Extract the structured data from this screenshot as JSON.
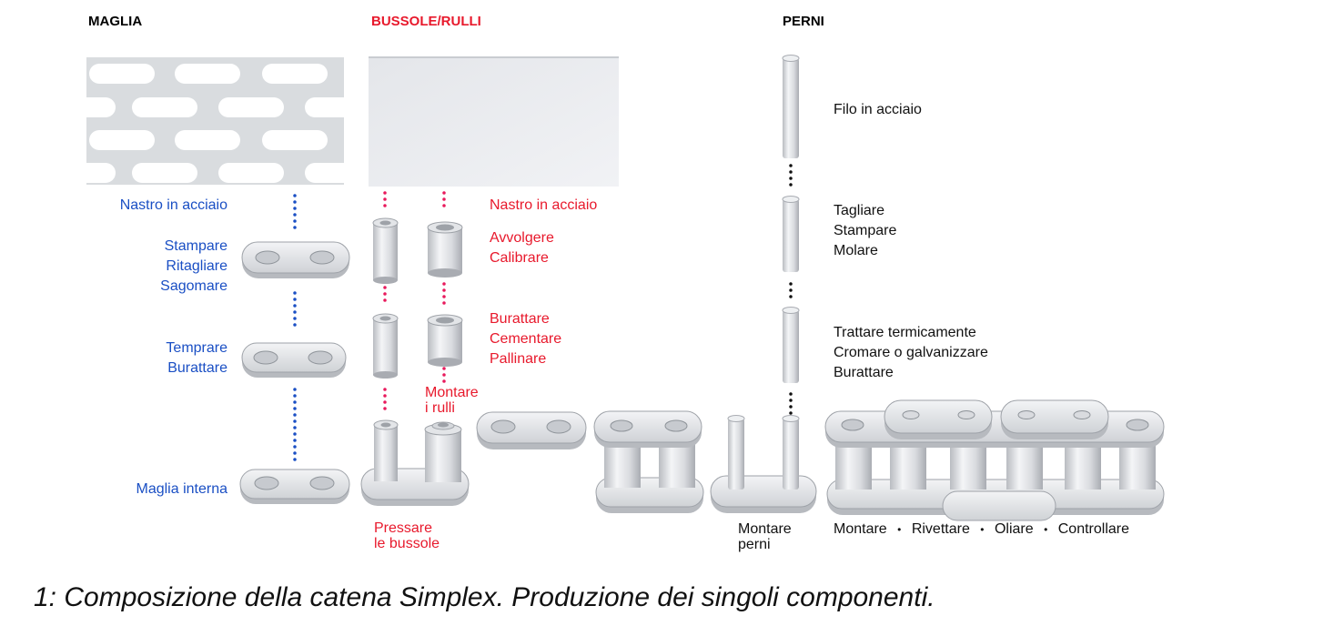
{
  "headers": {
    "maglia": "MAGLIA",
    "bussole": "BUSSOLE/RULLI",
    "perni": "PERNI"
  },
  "maglia": {
    "steps": [
      [
        "Nastro in acciaio"
      ],
      [
        "Stampare",
        "Ritagliare",
        "Sagomare"
      ],
      [
        "Temprare",
        "Burattare"
      ],
      [
        "Maglia interna"
      ]
    ]
  },
  "bussole": {
    "steps": [
      [
        "Nastro in acciaio"
      ],
      [
        "Avvolgere",
        "Calibrare"
      ],
      [
        "Burattare",
        "Cementare",
        "Pallinare"
      ]
    ],
    "montare_rulli": [
      "Montare",
      "i rulli"
    ],
    "pressare": [
      "Pressare",
      "le bussole"
    ]
  },
  "perni": {
    "steps": [
      [
        "Filo in acciaio"
      ],
      [
        "Tagliare",
        "Stampare",
        "Molare"
      ],
      [
        "Trattare termicamente",
        "Cromare o galvanizzare",
        "Burattare"
      ]
    ],
    "montare_perni": [
      "Montare",
      "perni"
    ]
  },
  "assembly": {
    "montare": "Montare",
    "rivettare": "Rivettare",
    "oliare": "Oliare",
    "controllare": "Controllare",
    "separator": "•"
  },
  "caption": "1: Composizione della catena Simplex. Produzione dei singoli componenti.",
  "colors": {
    "blue": "#1a4fc4",
    "red": "#e8192c",
    "black": "#111111"
  }
}
